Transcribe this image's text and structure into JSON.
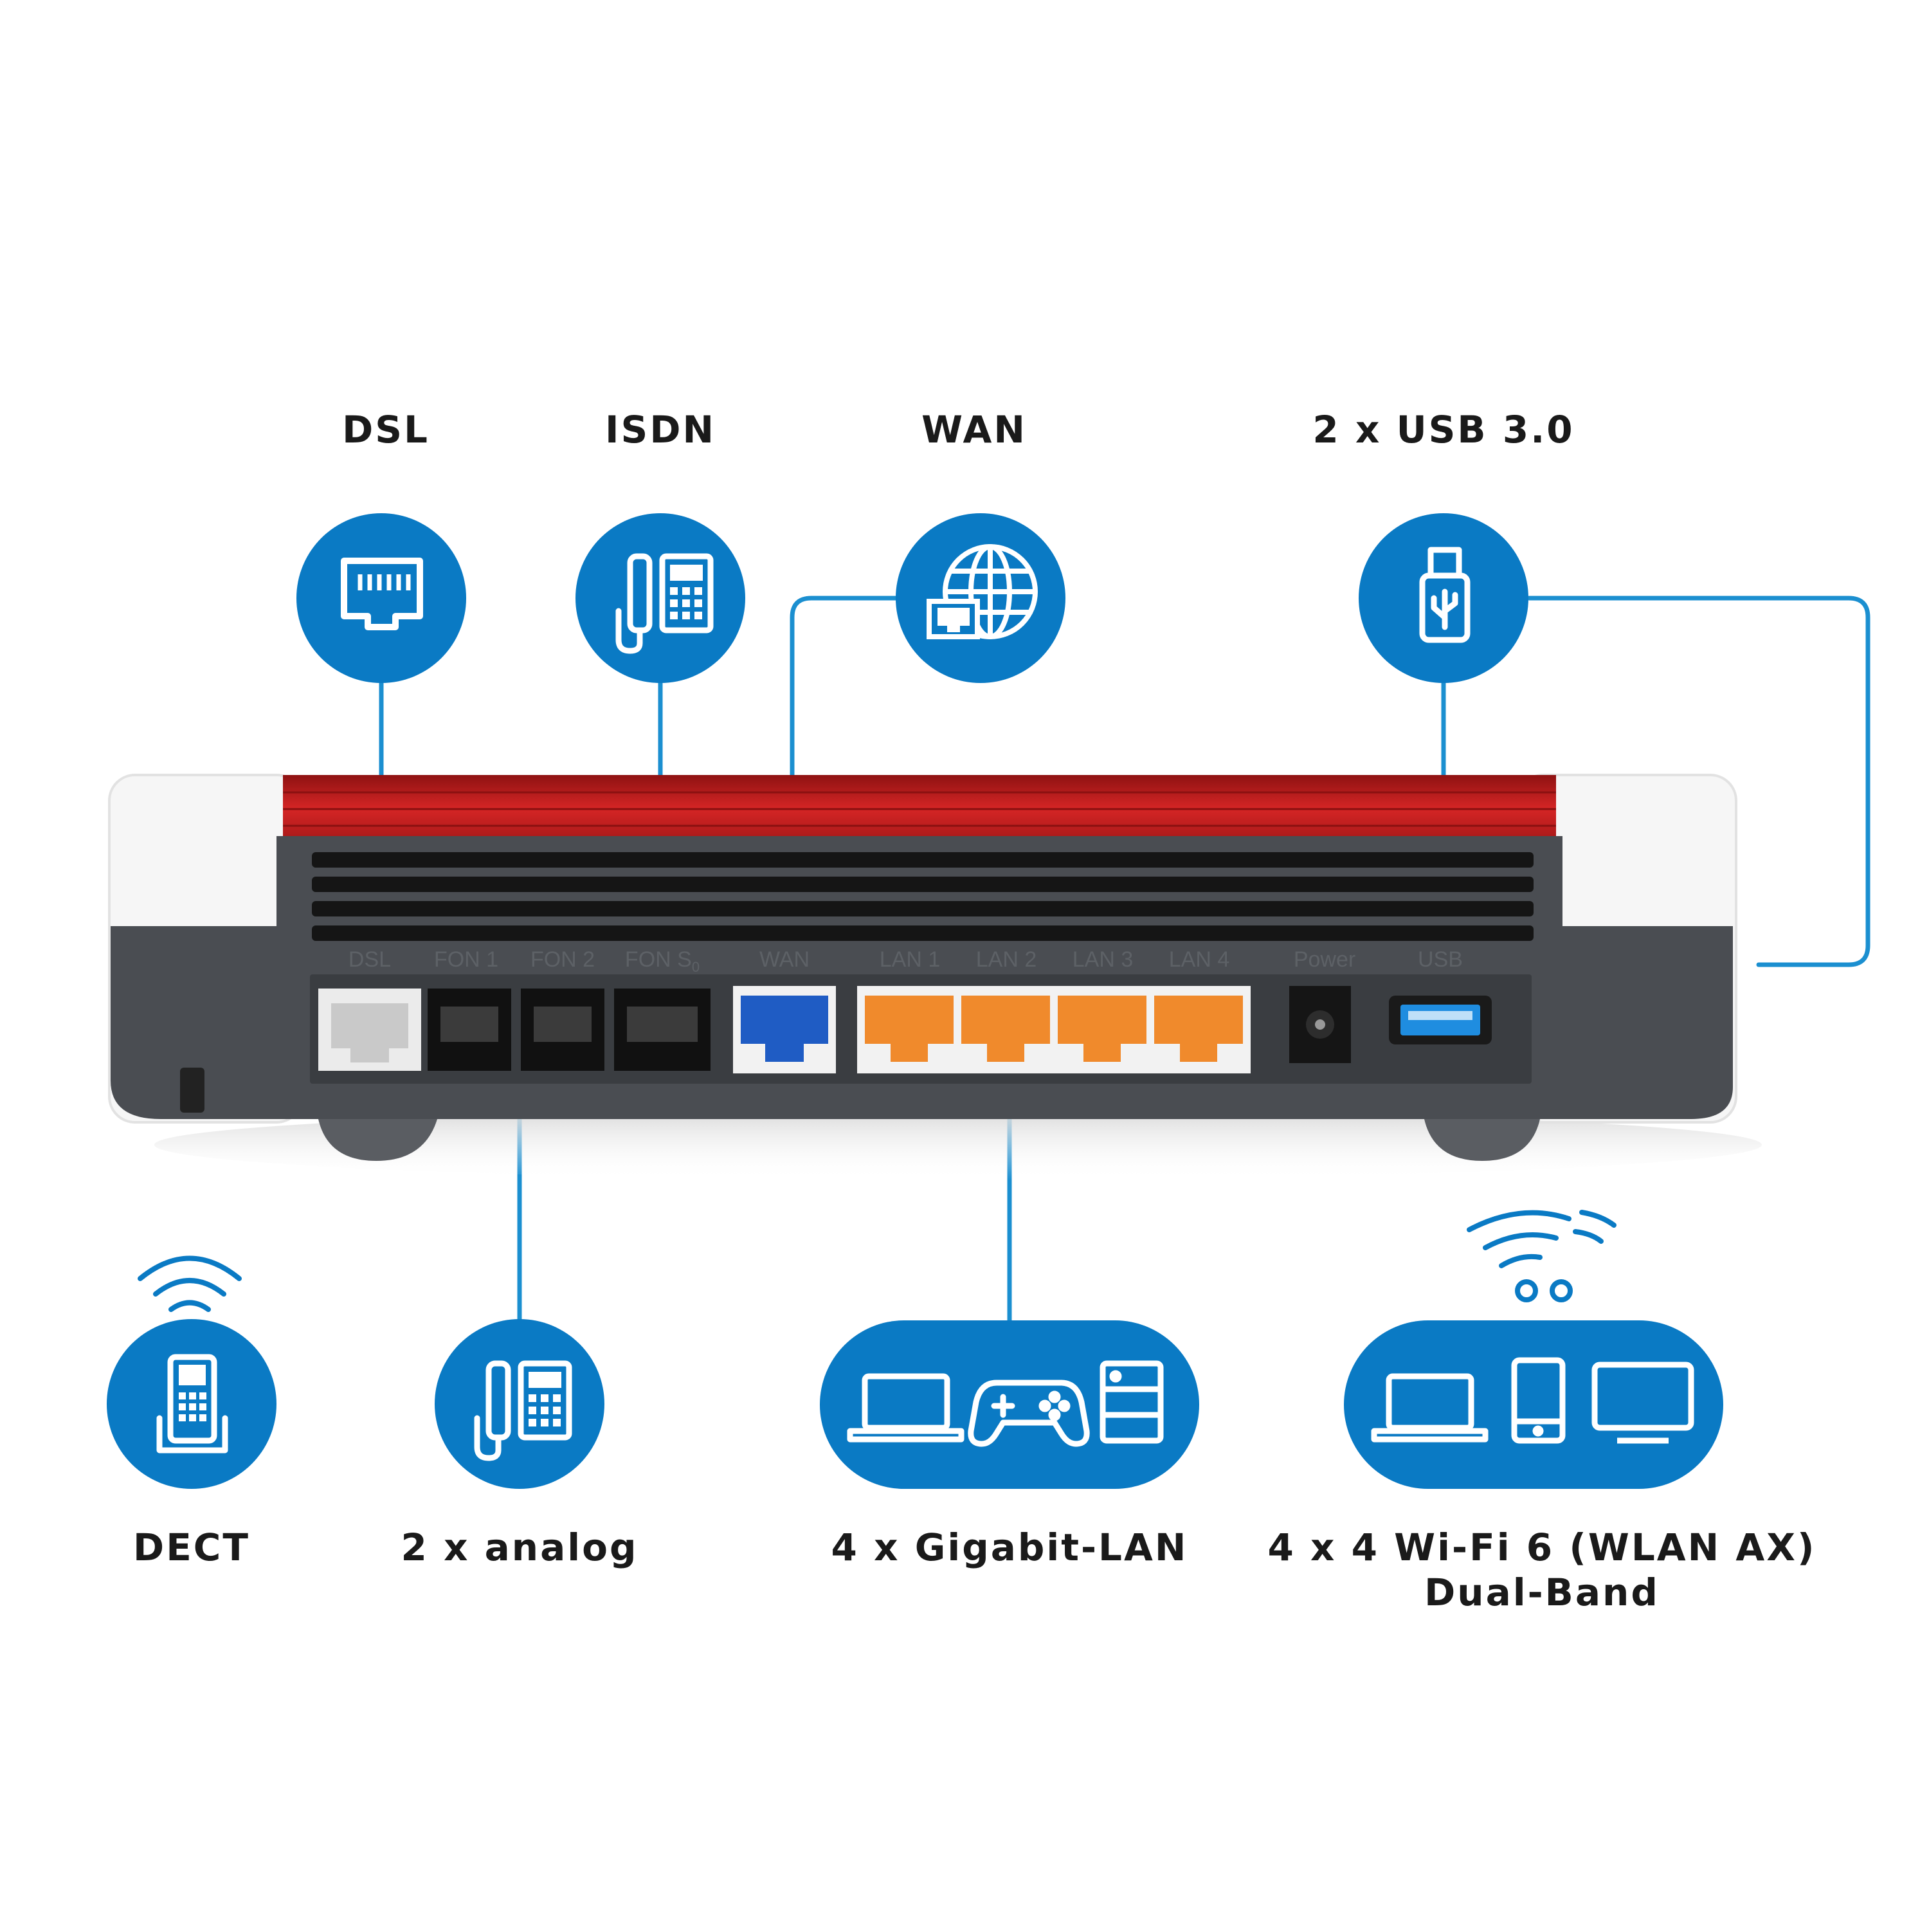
{
  "colors": {
    "accent_blue": "#0a7ac4",
    "connector_line": "#1b8fd0",
    "router_red": "#c41e1e",
    "router_dark": "#45484c",
    "port_orange": "#f08a2c",
    "port_blue": "#1f5cc4"
  },
  "top_features": [
    {
      "label": "DSL",
      "icon": "ethernet-port-icon"
    },
    {
      "label": "ISDN",
      "icon": "desk-phone-icon"
    },
    {
      "label": "WAN",
      "icon": "globe-network-icon"
    },
    {
      "label": "2 x USB 3.0",
      "icon": "usb-stick-icon"
    }
  ],
  "bottom_features": [
    {
      "label": "DECT",
      "icon": "cordless-phone-icon"
    },
    {
      "label": "2 x analog",
      "icon": "desk-phone-icon"
    },
    {
      "label": "4 x Gigabit-LAN",
      "icons": [
        "laptop-icon",
        "gamepad-icon",
        "nas-server-icon"
      ]
    },
    {
      "label_line1": "4 x 4 Wi-Fi 6 (WLAN AX)",
      "label_line2": "Dual-Band",
      "icons": [
        "laptop-icon",
        "smartphone-icon",
        "monitor-icon"
      ]
    }
  ],
  "router_port_labels": [
    "DSL",
    "FON 1",
    "FON 2",
    "FON S",
    "WAN",
    "LAN 1",
    "LAN 2",
    "LAN 3",
    "LAN 4",
    "Power",
    "USB"
  ],
  "fon_s_subscript": "0"
}
